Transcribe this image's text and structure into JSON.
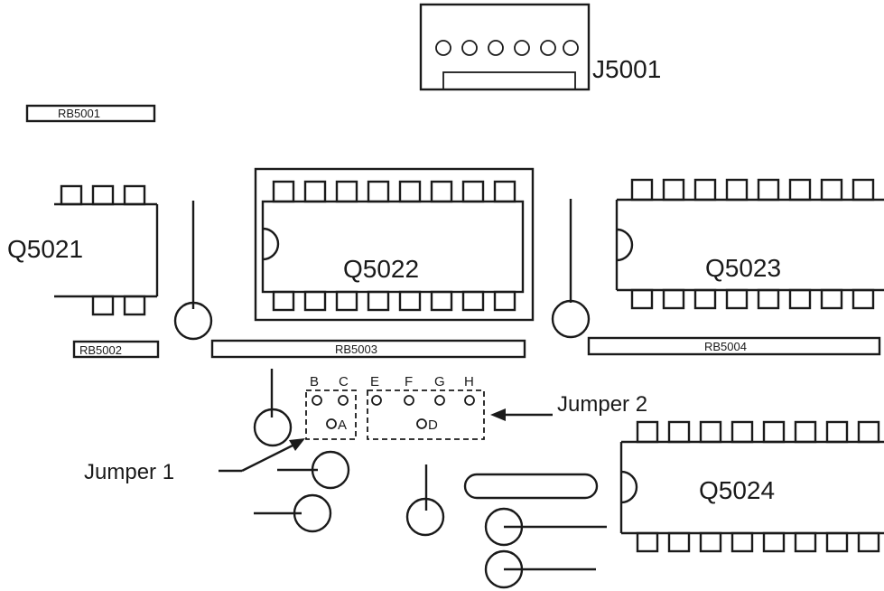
{
  "connector": {
    "label": "J5001"
  },
  "resistor_banks": {
    "rb5001": "RB5001",
    "rb5002": "RB5002",
    "rb5003": "RB5003",
    "rb5004": "RB5004"
  },
  "chips": {
    "q5021": "Q5021",
    "q5022": "Q5022",
    "q5023": "Q5023",
    "q5024": "Q5024"
  },
  "jumper_pins": {
    "b": "B",
    "c": "C",
    "e": "E",
    "f": "F",
    "g": "G",
    "h": "H",
    "a": "A",
    "d": "D"
  },
  "callouts": {
    "jumper1": "Jumper 1",
    "jumper2": "Jumper 2"
  }
}
